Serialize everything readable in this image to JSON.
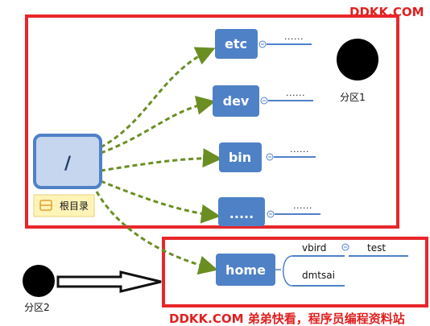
{
  "watermark_top": "DDKK.COM",
  "watermark_bottom": "DDKK.COM 弟弟快看，程序员编程资料站",
  "root": {
    "label": "/",
    "tag": "根目录"
  },
  "children": [
    {
      "label": "etc",
      "dots": "......"
    },
    {
      "label": "dev",
      "dots": "......"
    },
    {
      "label": "bin",
      "dots": "......"
    },
    {
      "label": ".....",
      "dots": "......"
    }
  ],
  "home": {
    "label": "home",
    "entries": [
      "vbird",
      "dmtsai"
    ],
    "sub_entry": "test"
  },
  "partition1": {
    "label": "分区1"
  },
  "partition2": {
    "label": "分区2"
  },
  "colors": {
    "node_fill": "#4f81c7",
    "root_fill": "#c5d6ee",
    "frame_red": "#e8262a",
    "arrow_green": "#6b8e23",
    "tag_fill": "#fff4b8"
  }
}
